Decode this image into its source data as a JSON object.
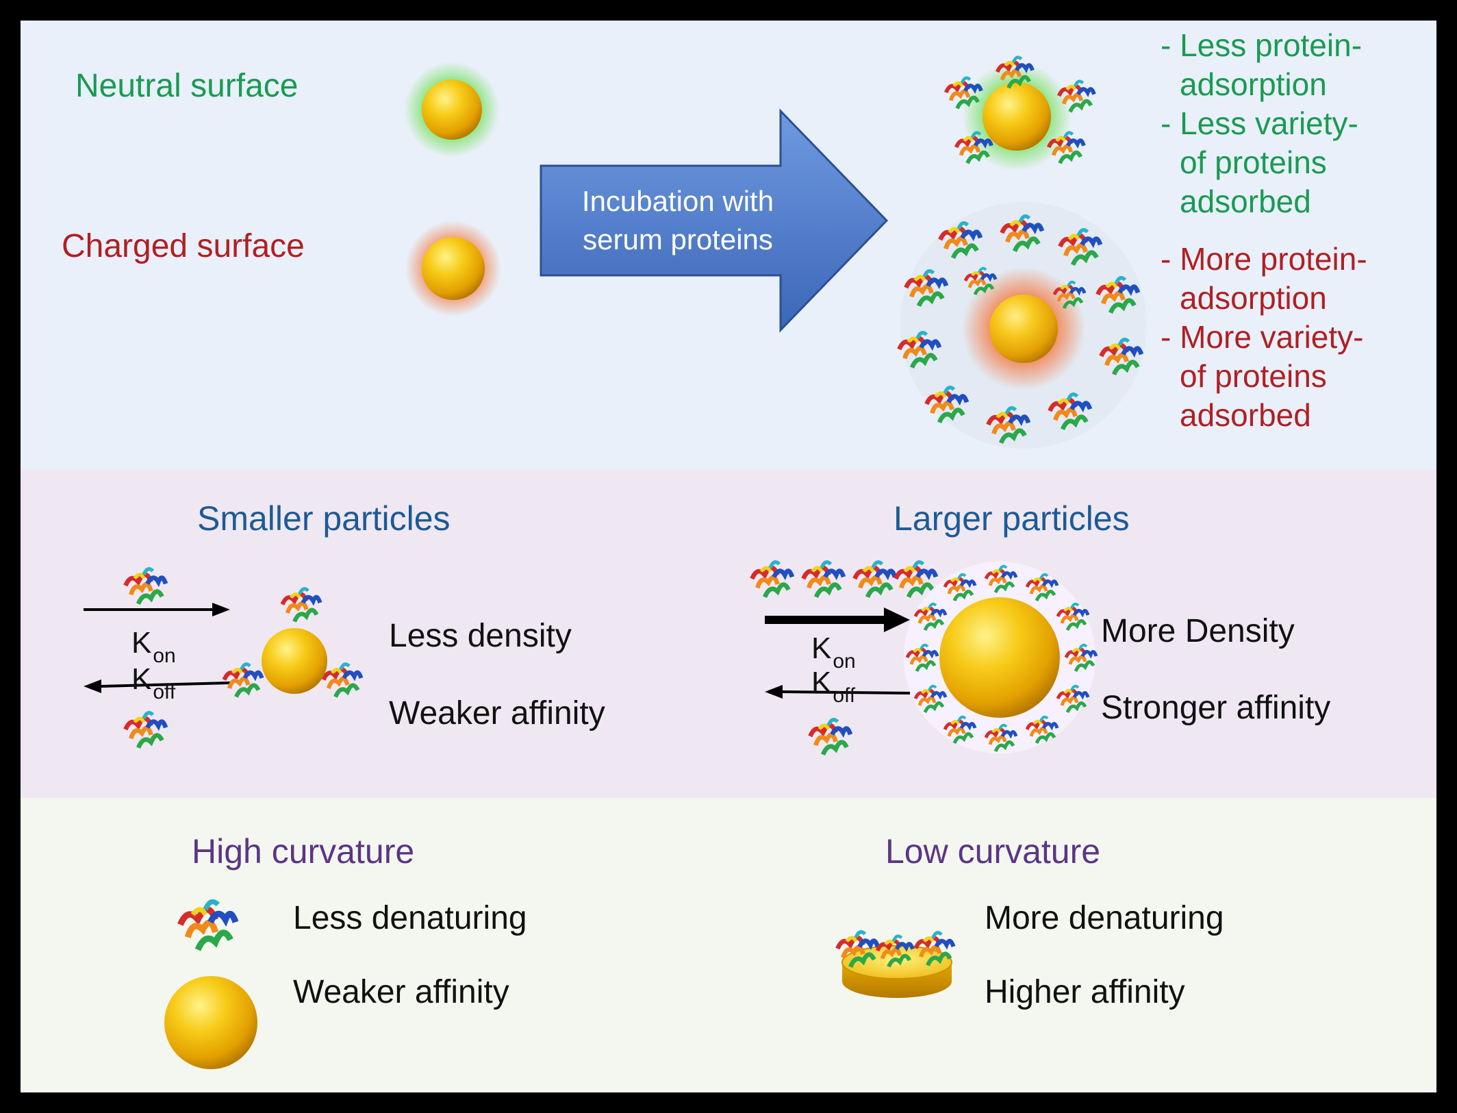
{
  "surface": {
    "neutral_label": "Neutral surface",
    "charged_label": "Charged surface",
    "arrow_line1": "Incubation with",
    "arrow_line2": "serum proteins",
    "neutral_notes": [
      "- Less protein-",
      "adsorption",
      "- Less variety-",
      "of proteins",
      "adsorbed"
    ],
    "charged_notes": [
      "- More protein-",
      "adsorption",
      "- More variety-",
      "of proteins",
      "adsorbed"
    ]
  },
  "size": {
    "smaller_title": "Smaller particles",
    "larger_title": "Larger particles",
    "k_on": "K",
    "k_on_sub": "on",
    "k_off": "K",
    "k_off_sub": "off",
    "small_density": "Less density",
    "small_affinity": "Weaker affinity",
    "large_density": "More Density",
    "large_affinity": "Stronger affinity"
  },
  "curvature": {
    "high_title": "High curvature",
    "low_title": "Low curvature",
    "high_denaturing": "Less denaturing",
    "high_affinity": "Weaker affinity",
    "low_denaturing": "More denaturing",
    "low_affinity": "Higher affinity"
  },
  "colors": {
    "neutral": "#1a9a53",
    "charged": "#b01f24",
    "size_title": "#1d5a96",
    "curvature_title": "#5c3585",
    "arrow_fill": "#4d7dcc",
    "gold": "#f2b705"
  }
}
